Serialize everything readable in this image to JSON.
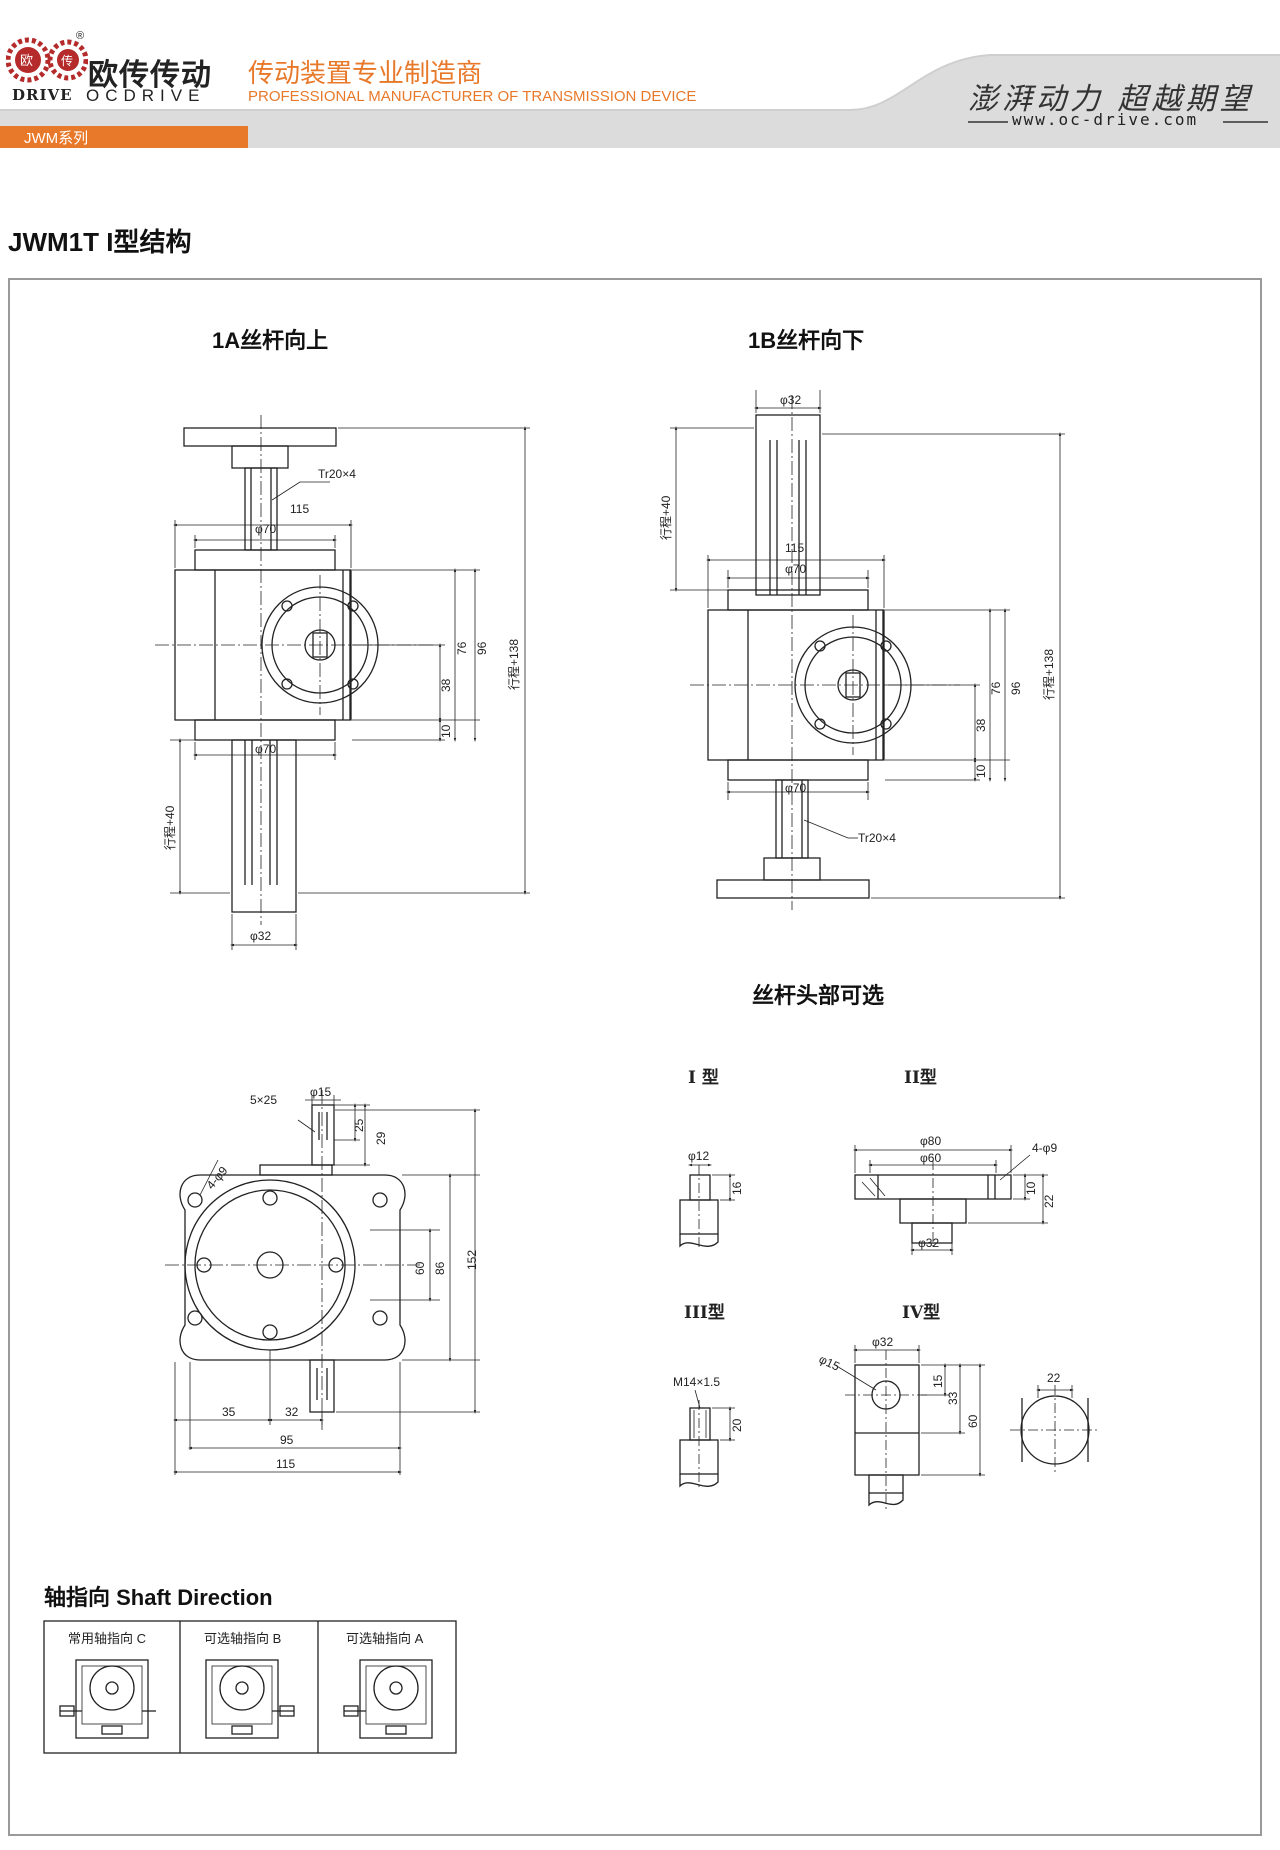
{
  "header": {
    "logo_glyph_1": "欧",
    "logo_glyph_2": "传",
    "logo_cn": "欧传传动",
    "logo_en_left": "DRIVE",
    "logo_en_right": "OCDRIVE",
    "registered": "®",
    "tagline_cn": "传动装置专业制造商",
    "tagline_en": "PROFESSIONAL MANUFACTURER OF TRANSMISSION DEVICE",
    "slogan": "澎湃动力 超越期望",
    "website": "www.oc-drive.com",
    "series_tab": "JWM系列"
  },
  "page_title": "JWM1T I型结构",
  "drawings": {
    "d1a_title": "1A丝杆向上",
    "d1b_title": "1B丝杆向下",
    "options_title": "丝杆头部可选",
    "dims": {
      "tr": "Tr20×4",
      "w115": "115",
      "phi70": "φ70",
      "phi32": "φ32",
      "stroke40": "行程+40",
      "stroke138": "行程+138",
      "d96": "96",
      "d76": "76",
      "d38": "38",
      "d10": "10"
    },
    "side": {
      "key": "5×25",
      "phi15": "φ15",
      "d25": "25",
      "d29": "29",
      "holes": "4-φ9",
      "d60": "60",
      "d86": "86",
      "d152": "152",
      "d35": "35",
      "d32": "32",
      "d95": "95",
      "d115": "115"
    },
    "opt": {
      "t1": "I 型",
      "t2": "II型",
      "t3": "III型",
      "t4": "IV型",
      "t1_phi12": "φ12",
      "t1_16": "16",
      "t2_phi80": "φ80",
      "t2_phi60": "φ60",
      "t2_holes": "4-φ9",
      "t2_10": "10",
      "t2_22": "22",
      "t2_phi32": "φ32",
      "t3_m14": "M14×1.5",
      "t3_20": "20",
      "t4_phi32": "φ32",
      "t4_phi15": "φ15",
      "t4_15": "15",
      "t4_33": "33",
      "t4_60": "60",
      "t4_22": "22"
    }
  },
  "shaft": {
    "title": "轴指向 Shaft Direction",
    "cells": [
      {
        "label": "常用轴指向 C"
      },
      {
        "label": "可选轴指向 B"
      },
      {
        "label": "可选轴指向 A"
      }
    ]
  },
  "colors": {
    "accent": "#e8792a",
    "line": "#222222",
    "header_gray": "#d9d9d9"
  }
}
